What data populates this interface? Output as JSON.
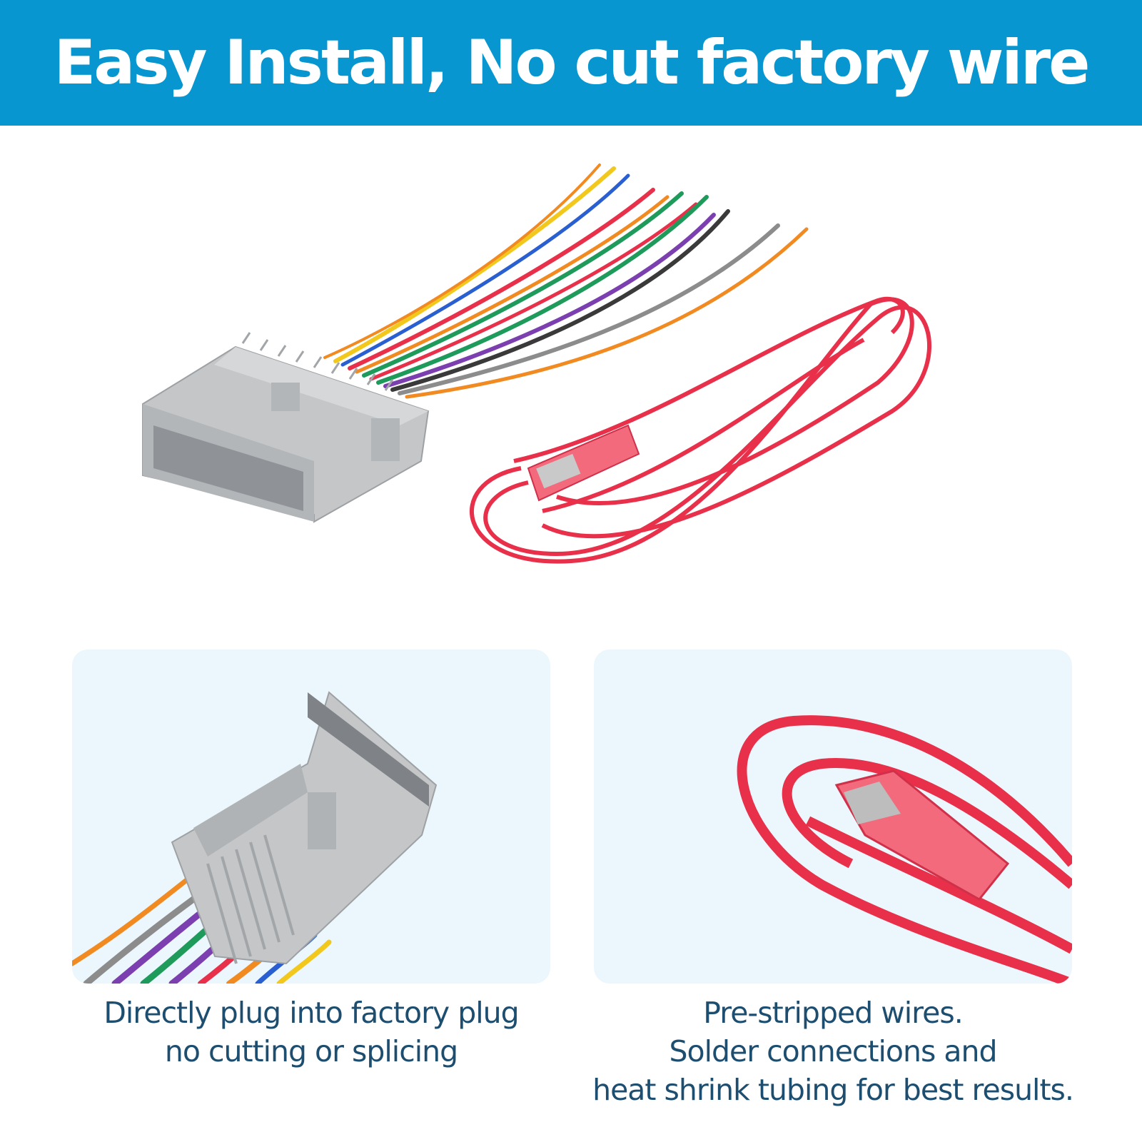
{
  "banner": {
    "title": "Easy Install, No cut factory wire",
    "background_color": "#0796cf",
    "text_color": "#ffffff"
  },
  "hero_image": {
    "icons": [
      "wire-harness-connector-icon",
      "red-power-wire-icon"
    ]
  },
  "panels": [
    {
      "icon": "connector-closeup-icon",
      "caption_lines": [
        "Directly plug into factory plug",
        "no cutting or splicing"
      ]
    },
    {
      "icon": "terminal-closeup-icon",
      "caption_lines": [
        "Pre-stripped wires.",
        "Solder connections and",
        "heat shrink tubing for best results."
      ]
    }
  ],
  "colors": {
    "panel_background": "#ecf7fd",
    "caption_text": "#1d4e70",
    "connector_gray": "#c4c6c8",
    "wire_red": "#e8304a"
  }
}
